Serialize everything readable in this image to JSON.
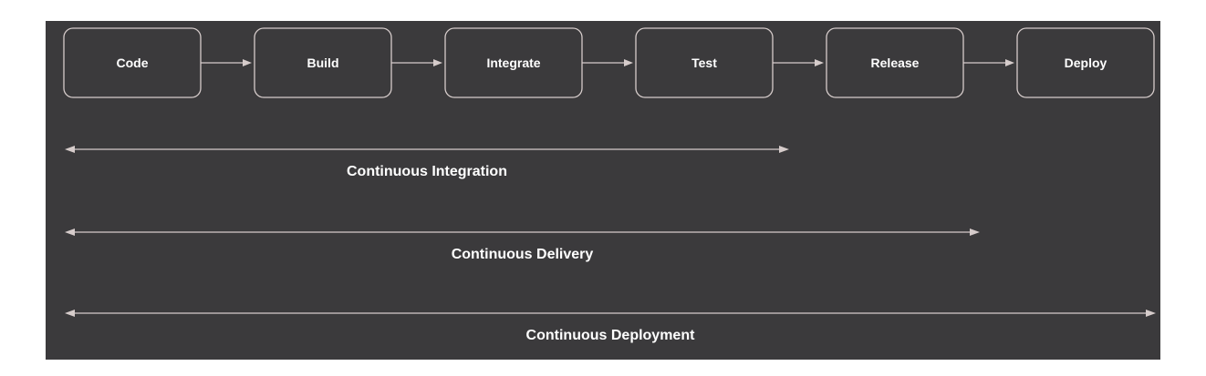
{
  "stages": [
    "Code",
    "Build",
    "Integrate",
    "Test",
    "Release",
    "Deploy"
  ],
  "spans": [
    {
      "label": "Continuous Integration",
      "from": "Code",
      "to": "Test"
    },
    {
      "label": "Continuous Delivery",
      "from": "Code",
      "to": "Release"
    },
    {
      "label": "Continuous Deployment",
      "from": "Code",
      "to": "Deploy"
    }
  ],
  "colors": {
    "background": "#3b3a3c",
    "stroke": "#d6cccb",
    "text": "#ffffff"
  }
}
